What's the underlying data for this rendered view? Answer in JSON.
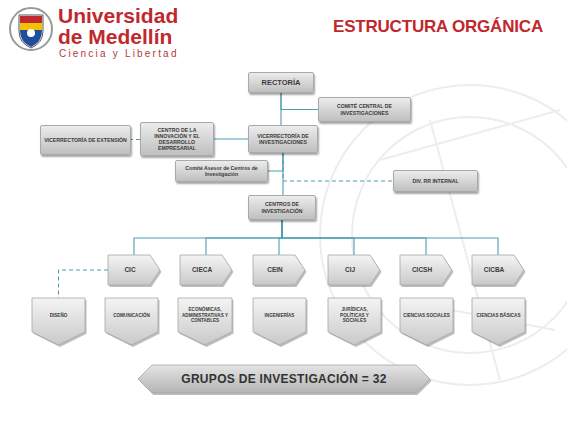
{
  "diagram": {
    "title": "ESTRUCTURA ORGÁNICA",
    "nodes": [
      {
        "text": [
          "RECTORÍA"
        ]
      },
      {
        "text": [
          "COMITÉ CENTRAL DE INVESTIGACIONES"
        ]
      },
      {
        "text": [
          "VICERRECTORÍA DE EXTENSIÓN"
        ]
      },
      {
        "text": [
          "CENTRO DE LA INNOVACIÓN Y EL DESARROLLO EMPRESARIAL"
        ]
      },
      {
        "text": [
          "VICERRECTORÍA DE INVESTIGACIONES"
        ]
      },
      {
        "text": [
          "Comité Asesor de Centros de Investigación"
        ]
      },
      {
        "text": [
          "DIV. RR INTERNAL"
        ]
      },
      {
        "text": [
          "CENTROS DE INVESTIGACIÓN"
        ]
      },
      {
        "text": [
          "CIC"
        ]
      },
      {
        "text": [
          "CIECA"
        ]
      },
      {
        "text": [
          "CEIN"
        ]
      },
      {
        "text": [
          "CIJ"
        ]
      },
      {
        "text": [
          "CICSH"
        ]
      },
      {
        "text": [
          "CICBA"
        ]
      },
      {
        "text": [
          "DISEÑO"
        ]
      },
      {
        "text": [
          "COMUNICACIÓN"
        ]
      },
      {
        "text": [
          "ECONÓMICAS, ADMINISTRATIVAS Y CONTABLES"
        ]
      },
      {
        "text": [
          "INGENIERÍAS"
        ]
      },
      {
        "text": [
          "JURÍDICAS, POLÍTICAS Y SOCIALES"
        ]
      },
      {
        "text": [
          "CIENCIAS SOCIALES"
        ]
      },
      {
        "text": [
          "CIENCIAS BÁSICAS"
        ]
      },
      {
        "text": [
          "GRUPOS DE INVESTIGACIÓN = 32"
        ]
      }
    ],
    "edges": [
      {
        "from": 0,
        "to": 4,
        "arrow": "none"
      },
      {
        "from": 0,
        "to": 1,
        "arrow": "none"
      },
      {
        "from": 4,
        "to": 3,
        "arrow": "none"
      },
      {
        "from": 3,
        "to": 2,
        "arrow": "none"
      },
      {
        "from": 4,
        "to": 7,
        "arrow": "none"
      },
      {
        "from": 4,
        "to": 5,
        "arrow": "none"
      },
      {
        "from": 4,
        "to": 6,
        "arrow": "none"
      },
      {
        "from": 7,
        "to": 8,
        "arrow": "none"
      },
      {
        "from": 7,
        "to": 9,
        "arrow": "none"
      },
      {
        "from": 7,
        "to": 10,
        "arrow": "none"
      },
      {
        "from": 7,
        "to": 11,
        "arrow": "none"
      },
      {
        "from": 7,
        "to": 12,
        "arrow": "none"
      },
      {
        "from": 7,
        "to": 13,
        "arrow": "none"
      },
      {
        "from": 8,
        "to": 14,
        "arrow": "none"
      }
    ],
    "labels": [
      "Universidad",
      "de Medellín",
      "Ciencia y Libertad"
    ]
  }
}
